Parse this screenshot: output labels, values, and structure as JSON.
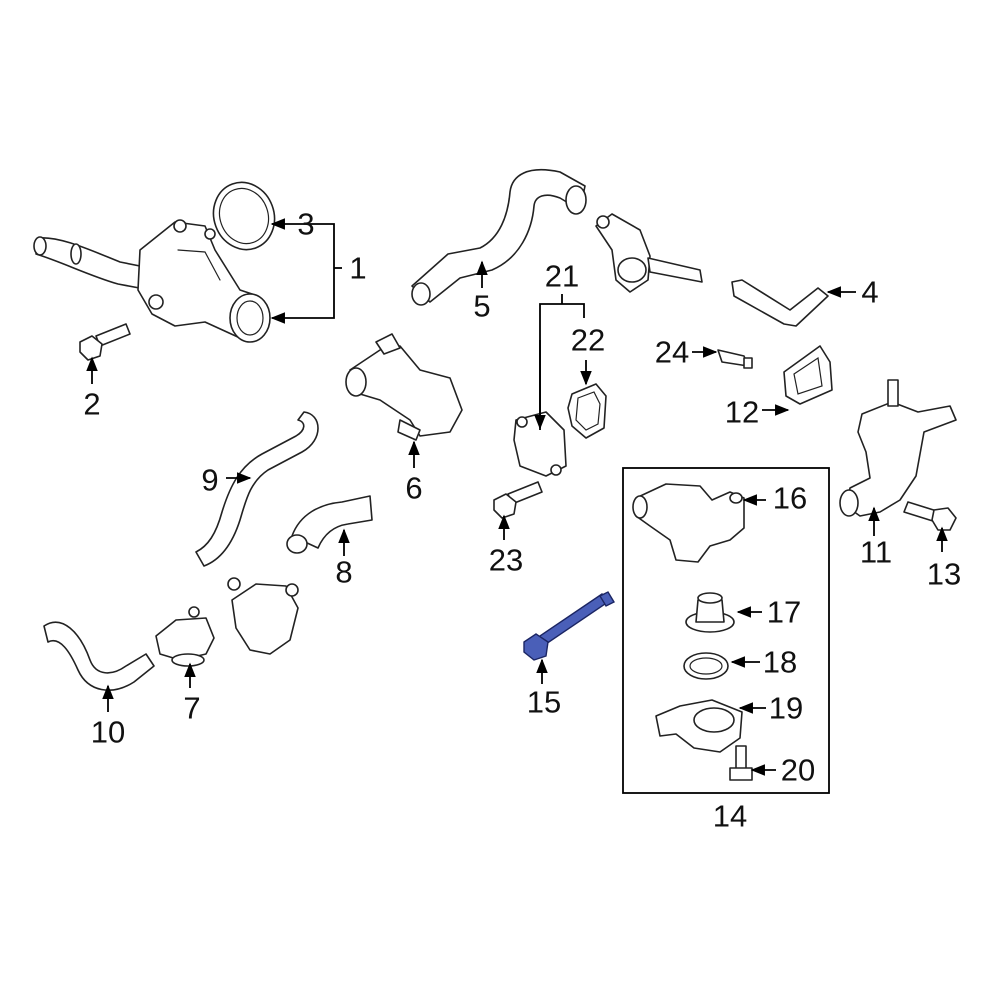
{
  "diagram": {
    "highlighted_part": "15",
    "highlight_color": "#4a5fb8",
    "callouts": {
      "c1": "1",
      "c2": "2",
      "c3": "3",
      "c4": "4",
      "c5": "5",
      "c6": "6",
      "c7": "7",
      "c8": "8",
      "c9": "9",
      "c10": "10",
      "c11": "11",
      "c12": "12",
      "c13": "13",
      "c14": "14",
      "c15": "15",
      "c16": "16",
      "c17": "17",
      "c18": "18",
      "c19": "19",
      "c20": "20",
      "c21": "21",
      "c22": "22",
      "c23": "23",
      "c24": "24"
    }
  }
}
